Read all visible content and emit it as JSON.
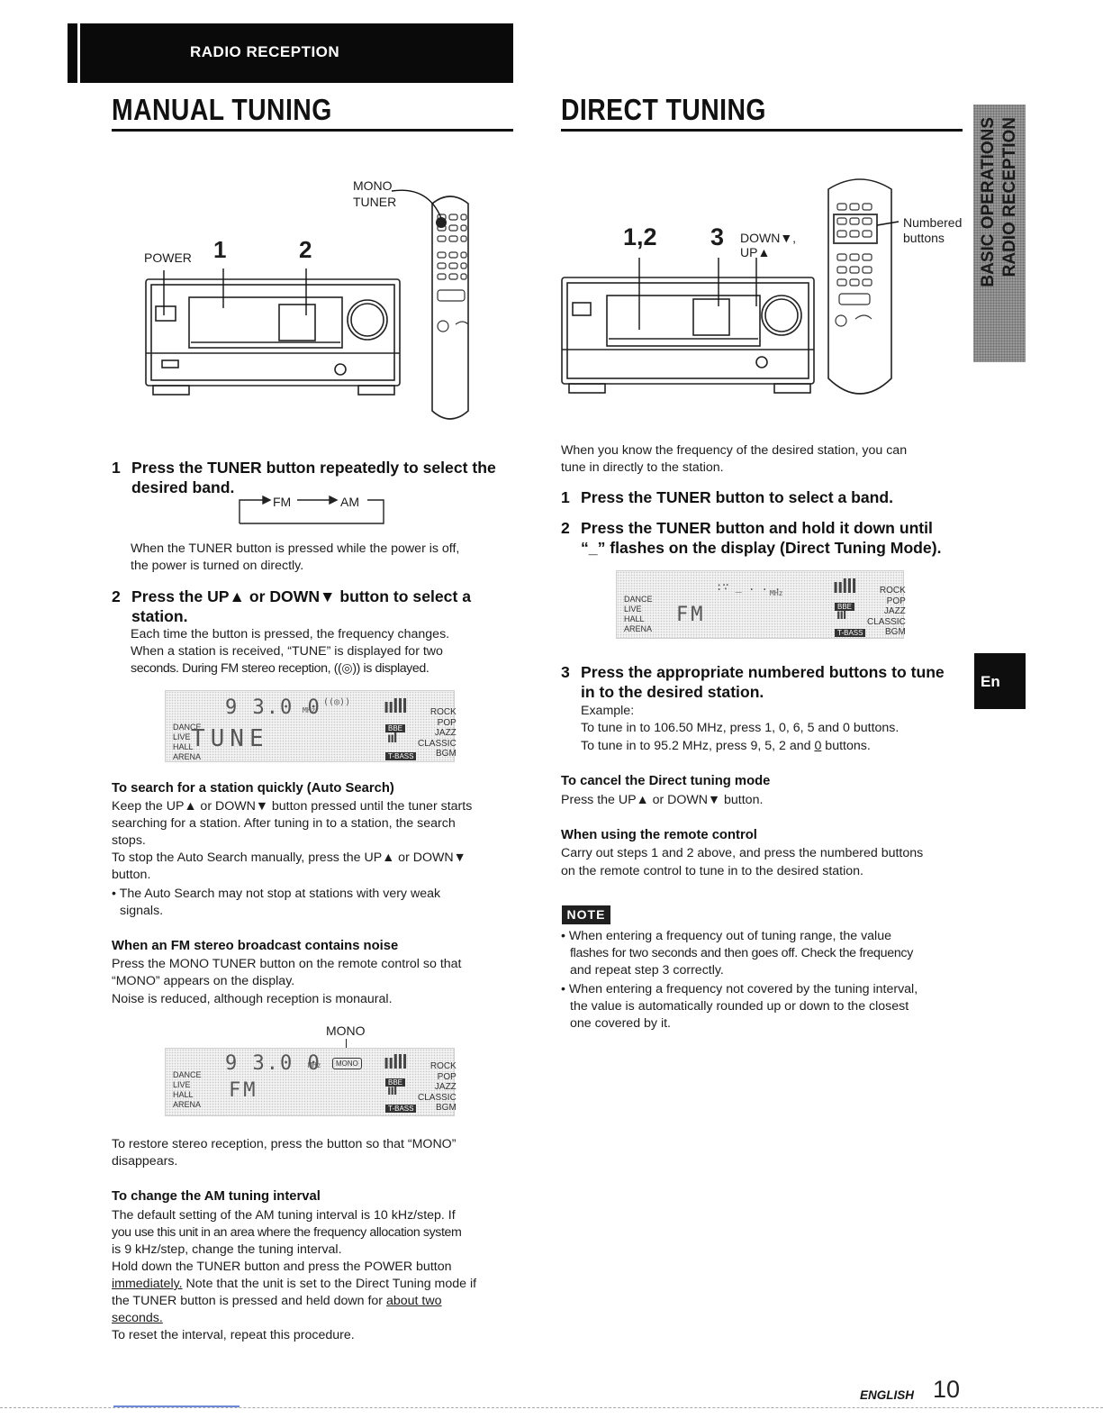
{
  "section": "RADIO RECEPTION",
  "side_tab": [
    "BASIC OPERATIONS",
    "RADIO RECEPTION"
  ],
  "lang_tab": "En",
  "manual": {
    "title": "MANUAL TUNING",
    "fig": {
      "mono": "MONO",
      "tuner": "TUNER",
      "power": "POWER",
      "n1": "1",
      "n2": "2"
    },
    "step1_num": "1",
    "step1_l1": "Press the TUNER button repeatedly to select the",
    "step1_l2": "desired band.",
    "band_fm": "FM",
    "band_am": "AM",
    "step1_t1": "When the TUNER button is pressed while the power is off,",
    "step1_t2": "the power is turned on directly.",
    "step2_num": "2",
    "step2_l1": "Press the UP▲ or DOWN▼ button to select a",
    "step2_l2": "station.",
    "step2_t1": "Each time the button is pressed, the frequency changes.",
    "step2_t2": "When a station is received, “TUNE” is displayed for two",
    "step2_t3": "seconds. During FM stereo reception, ((◎)) is displayed.",
    "auto_head": "To search for a station quickly (Auto Search)",
    "auto_t1": "Keep the UP▲ or DOWN▼ button pressed until the tuner starts",
    "auto_t2": "searching for a station. After tuning in to a station, the search",
    "auto_t3": "stops.",
    "auto_t4": "To stop the Auto Search manually, press the UP▲ or DOWN▼",
    "auto_t5": "button.",
    "auto_t6": "• The Auto Search may not stop at stations with very weak",
    "auto_t7": "signals.",
    "noise_head": "When an FM stereo broadcast contains noise",
    "noise_t1": "Press the MONO TUNER button on the remote control so that",
    "noise_t2": "“MONO” appears on the display.",
    "noise_t3": "Noise is reduced, although reception is monaural.",
    "mono_label": "MONO",
    "restore_t1": "To restore stereo reception, press the button so that “MONO”",
    "restore_t2": "disappears.",
    "am_head": "To change the AM tuning interval",
    "am_t1": "The default setting of the AM tuning interval is 10 kHz/step. If",
    "am_t2": "you use this unit in an area where the frequency allocation system",
    "am_t3": "is 9 kHz/step, change the tuning interval.",
    "am_t4": "Hold down the TUNER button and press the POWER button",
    "am_t5a": "immediately.",
    "am_t5b": " Note that the unit is set to the Direct Tuning mode if",
    "am_t6": "the TUNER button is pressed and held down for ",
    "am_t6u": "about two",
    "am_t7u": "seconds.",
    "am_t8": "To reset the interval, repeat this procedure."
  },
  "direct": {
    "title": "DIRECT TUNING",
    "fig": {
      "n12": "1,2",
      "n3": "3",
      "down": "DOWN▼,",
      "up": "UP▲",
      "numbered": "Numbered",
      "buttons": "buttons"
    },
    "intro1": "When you know the frequency of the desired station, you can",
    "intro2": "tune in directly to the station.",
    "step1_num": "1",
    "step1": "Press the TUNER button to select a band.",
    "step2_num": "2",
    "step2_l1": "Press the TUNER button and hold it down until",
    "step2_l2": "“_” flashes on the display (Direct Tuning Mode).",
    "step3_num": "3",
    "step3_l1": "Press the appropriate numbered buttons to tune",
    "step3_l2": "in to the desired station.",
    "example": "Example:",
    "ex1": "To tune in to 106.50 MHz, press 1, 0, 6, 5 and 0 buttons.",
    "ex2a": "To tune in to 95.2 MHz, press 9, 5, 2 and ",
    "ex2u": "0",
    "ex2b": " buttons.",
    "cancel_head": "To cancel the Direct tuning mode",
    "cancel_t1": "Press the UP▲ or DOWN▼ button.",
    "remote_head": "When using the remote control",
    "remote_t1": "Carry out steps 1 and 2 above, and press the numbered buttons",
    "remote_t2": "on the remote control to tune in to the desired station.",
    "note_label": "NOTE",
    "note1_l1": "• When entering a frequency out of tuning range, the value",
    "note1_l2": "flashes for two seconds and then goes off. Check the frequency",
    "note1_l3": "and repeat step 3 correctly.",
    "note2_l1": "• When entering a frequency not covered by the tuning interval,",
    "note2_l2": "the value is automatically rounded up or down to the closest",
    "note2_l3": "one covered by it."
  },
  "lcd": {
    "modes": [
      "DANCE",
      "LIVE",
      "HALL",
      "ARENA"
    ],
    "eq": [
      "ROCK",
      "POP",
      "JAZZ",
      "CLASSIC",
      "BGM"
    ],
    "bbe": "BBE",
    "tbass": "T-BASS",
    "mhz": "MHz",
    "freq1": "9 3.0 0",
    "tune": "TUNE",
    "freq3": "9 3.0 0",
    "mono_box": "MONO",
    "fm": "FM"
  },
  "footer": {
    "lang": "ENGLISH",
    "page": "10"
  }
}
